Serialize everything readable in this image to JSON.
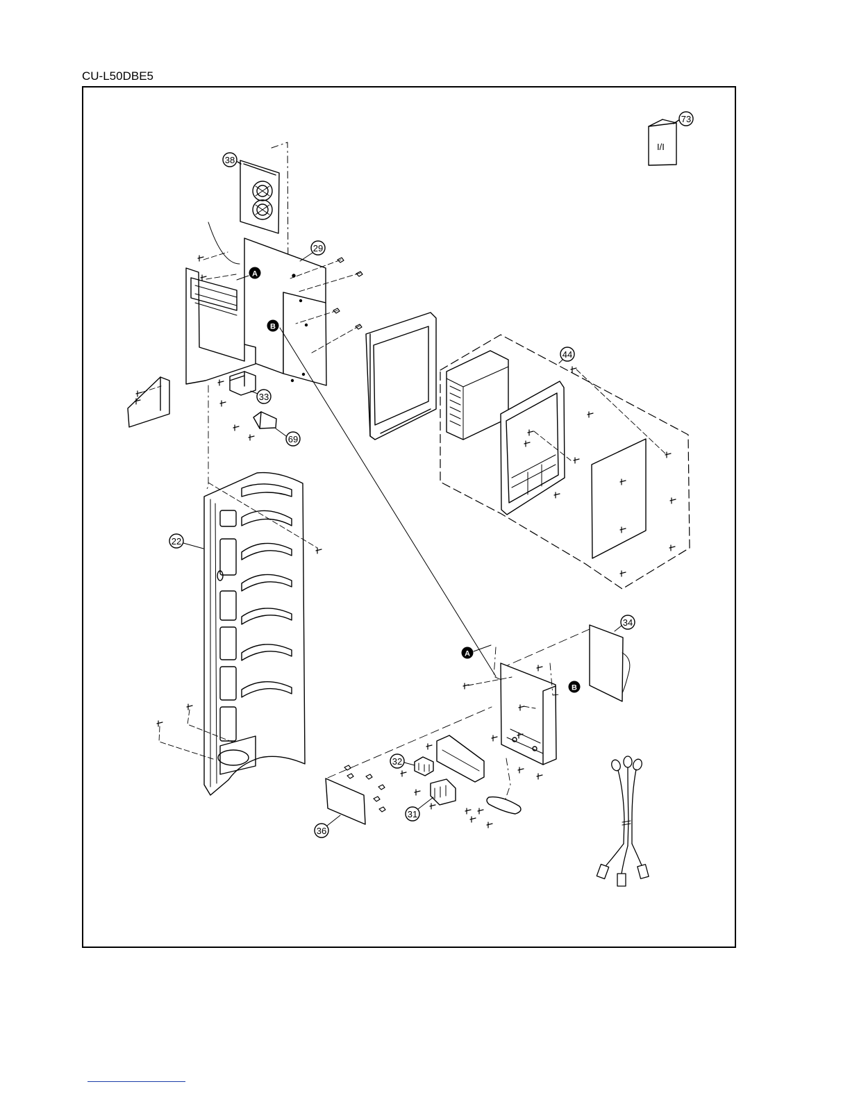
{
  "document": {
    "model_title": "CU-L50DBE5"
  },
  "diagram": {
    "manual_label": "I/I",
    "part_callouts": [
      {
        "id": "p73",
        "label": "73"
      },
      {
        "id": "p38",
        "label": "38"
      },
      {
        "id": "p29",
        "label": "29"
      },
      {
        "id": "p44",
        "label": "44"
      },
      {
        "id": "p33",
        "label": "33"
      },
      {
        "id": "p69",
        "label": "69"
      },
      {
        "id": "p22",
        "label": "22"
      },
      {
        "id": "p34",
        "label": "34"
      },
      {
        "id": "p32",
        "label": "32"
      },
      {
        "id": "p31",
        "label": "31"
      },
      {
        "id": "p36",
        "label": "36"
      }
    ],
    "reference_markers": [
      {
        "id": "refA1",
        "label": "A"
      },
      {
        "id": "refB1",
        "label": "B"
      },
      {
        "id": "refA2",
        "label": "A"
      },
      {
        "id": "refB2",
        "label": "B"
      }
    ]
  }
}
